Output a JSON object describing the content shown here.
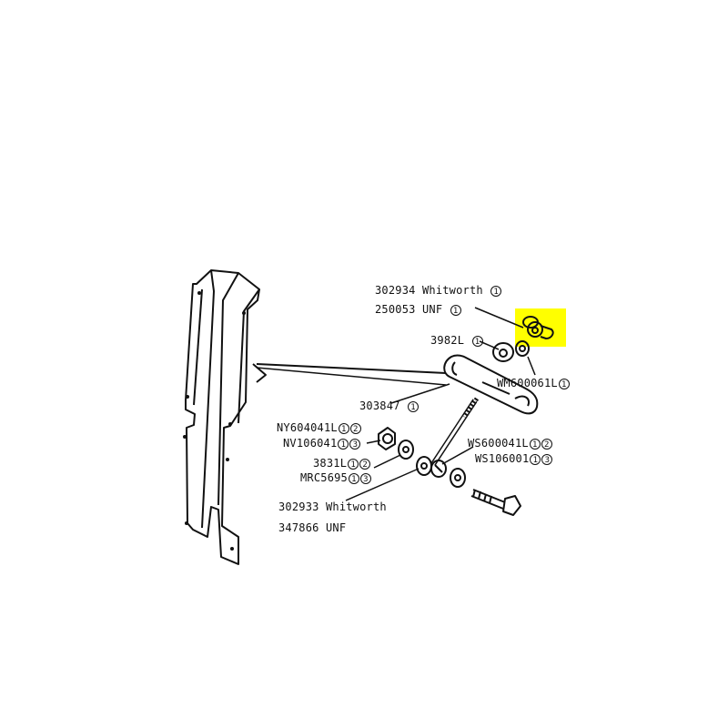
{
  "highlight": {
    "color": "#ffff00",
    "part": "302934 Whitworth / 250053 UNF wing nut"
  },
  "labels": {
    "wingnut_whitworth": {
      "part": "302934 Whitworth",
      "refs": [
        "1"
      ]
    },
    "wingnut_unf": {
      "part": "250053 UNF",
      "refs": [
        "1"
      ]
    },
    "spacer": {
      "part": "3982L",
      "refs": [
        "1"
      ]
    },
    "washer_top": {
      "part": "WM600061L",
      "refs": [
        "1"
      ]
    },
    "bracket": {
      "part": "303847",
      "refs": [
        "1"
      ]
    },
    "nyloc_a": {
      "part": "NY604041L",
      "refs": [
        "1",
        "2"
      ]
    },
    "nyloc_b": {
      "part": "NV106041",
      "refs": [
        "1",
        "3"
      ]
    },
    "washer_a": {
      "part": "3831L",
      "refs": [
        "1",
        "2"
      ]
    },
    "washer_b": {
      "part": "MRC5695",
      "refs": [
        "1",
        "3"
      ]
    },
    "spring_a": {
      "part": "WS600041L",
      "refs": [
        "1",
        "2"
      ]
    },
    "spring_b": {
      "part": "WS106001",
      "refs": [
        "1",
        "3"
      ]
    },
    "bolt_whitworth": {
      "part": "302933 Whitworth"
    },
    "bolt_unf": {
      "part": "347866 UNF"
    }
  }
}
